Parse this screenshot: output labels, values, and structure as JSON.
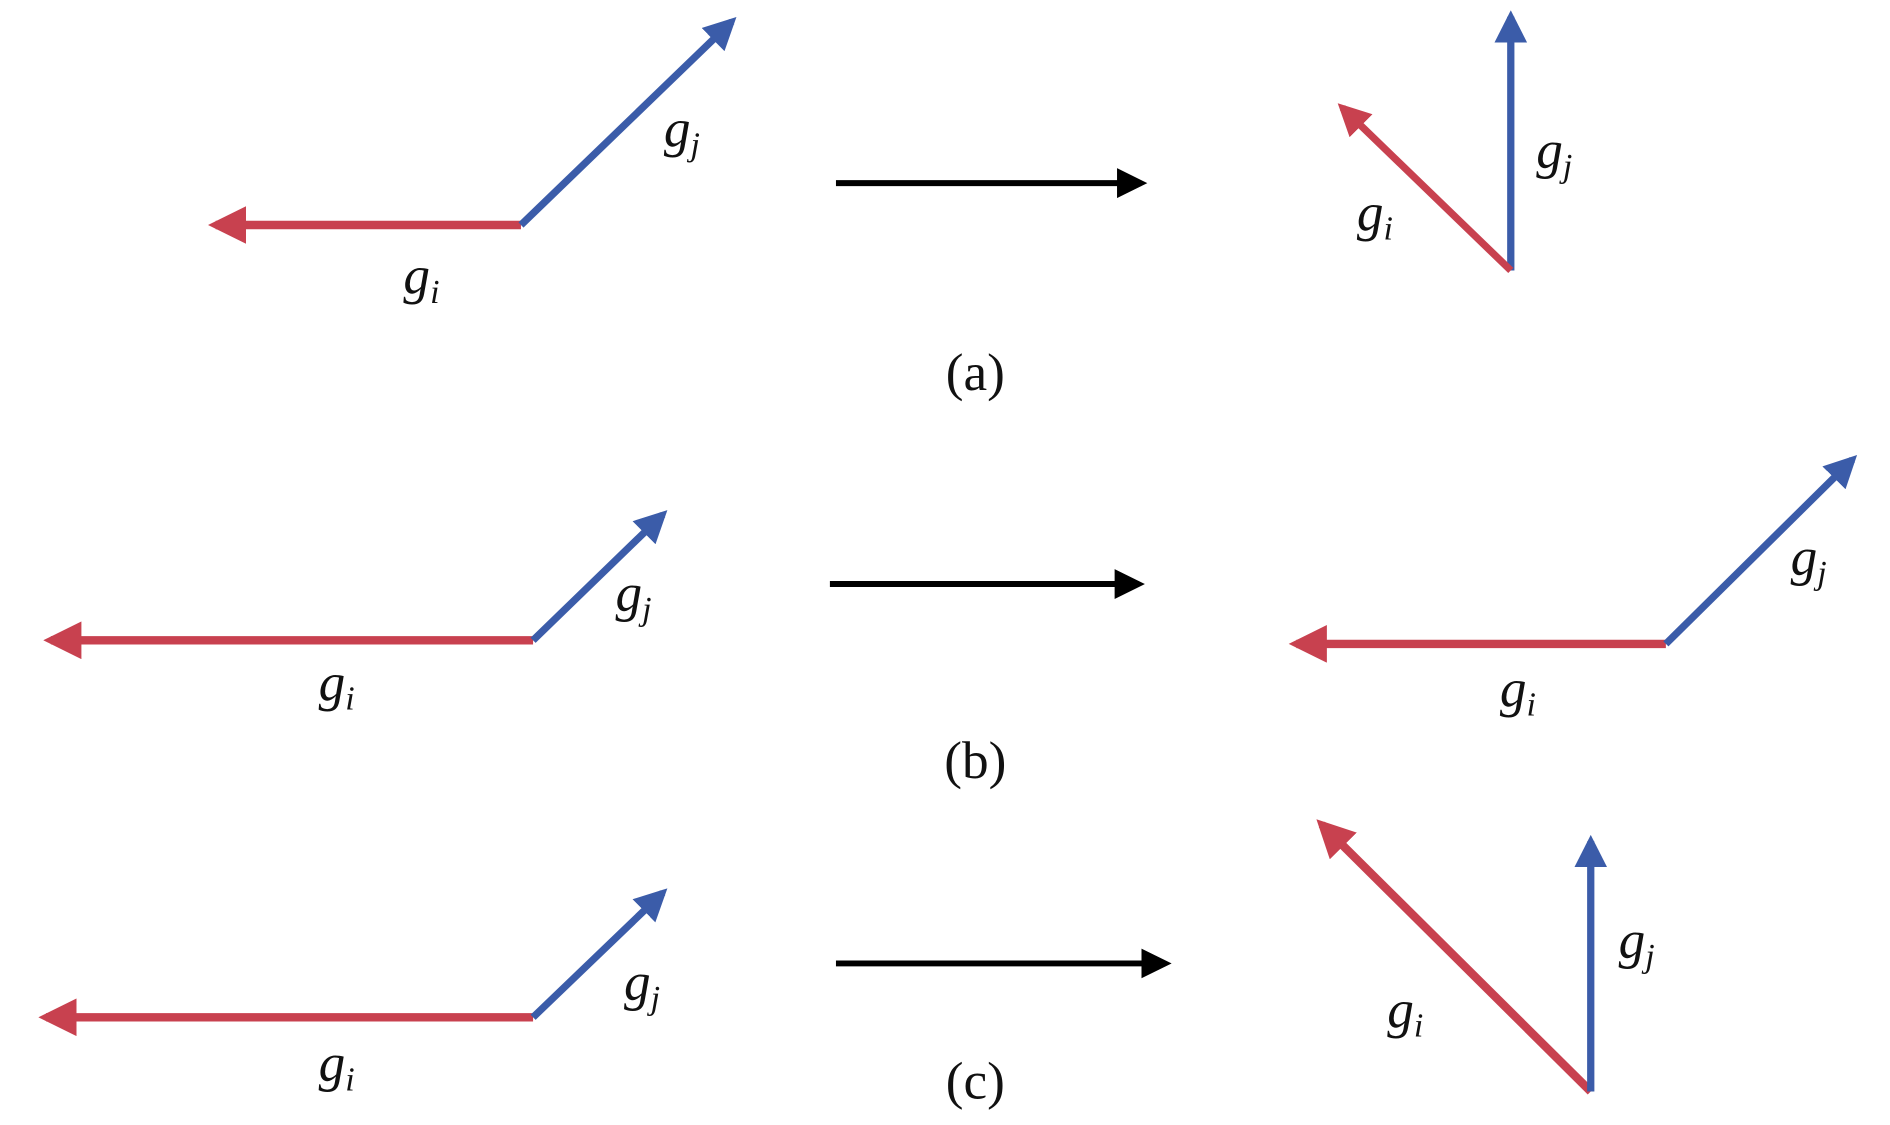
{
  "colors": {
    "gi": "#c8414f",
    "gj": "#3b5ca9",
    "transform": "#000000"
  },
  "vector_labels": {
    "g": "g",
    "i": "i",
    "j": "j"
  },
  "panels": [
    {
      "caption": "(a)"
    },
    {
      "caption": "(b)"
    },
    {
      "caption": "(c)"
    }
  ]
}
